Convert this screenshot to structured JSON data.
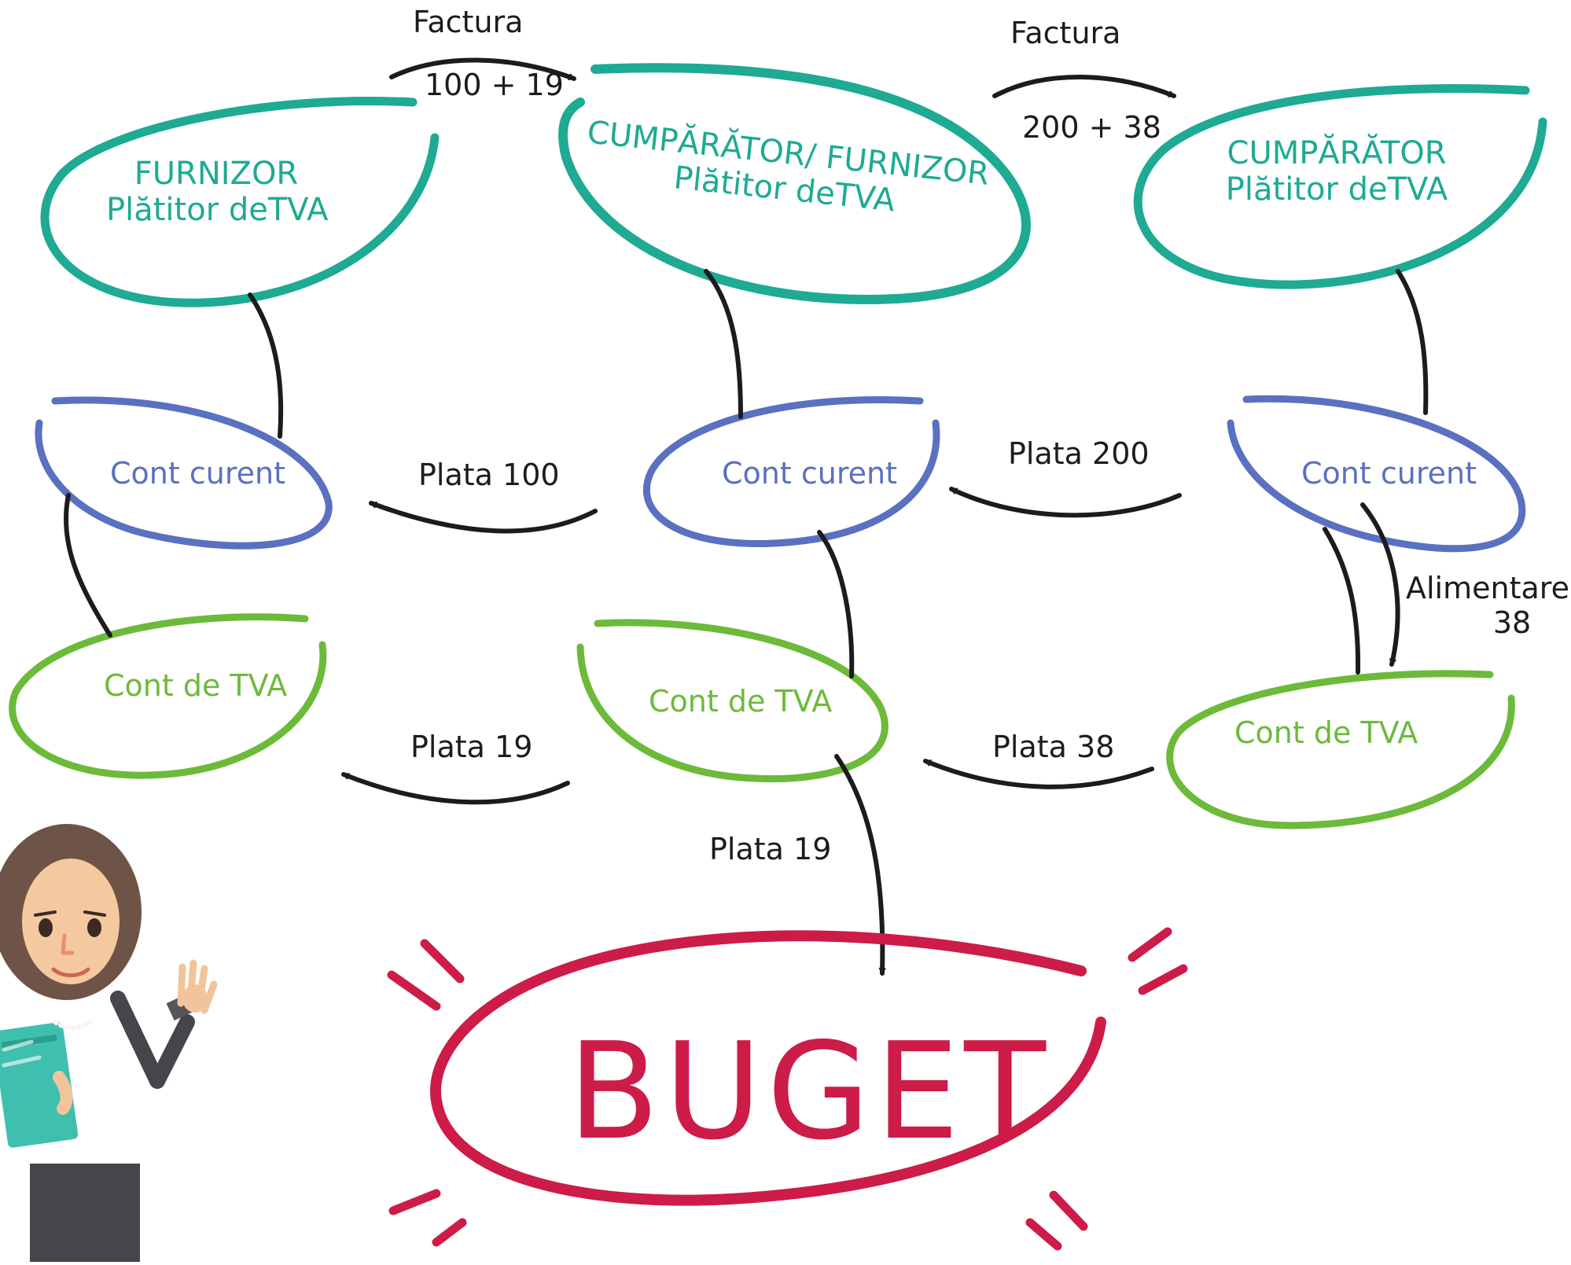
{
  "colors": {
    "entity": "#1eaa93",
    "current_account": "#5a70c0",
    "vat_account": "#6cba3a",
    "budget": "#cc1c47",
    "ink": "#1c1c1c"
  },
  "entities": {
    "supplier": {
      "line1": "FURNIZOR",
      "line2": "Plătitor deTVA"
    },
    "buyer_supplier": {
      "line1": "CUMPĂRĂTOR/ FURNIZOR",
      "line2": "Plătitor deTVA"
    },
    "buyer": {
      "line1": "CUMPĂRĂTOR",
      "line2": "Plătitor deTVA"
    }
  },
  "accounts": {
    "current": "Cont curent",
    "vat": "Cont de TVA"
  },
  "flows": {
    "invoice_1": {
      "title": "Factura",
      "amount": "100 + 19"
    },
    "invoice_2": {
      "title": "Factura",
      "amount": "200 + 38"
    },
    "payment_100": "Plata 100",
    "payment_200": "Plata 200",
    "payment_19_left": "Plata 19",
    "payment_38": "Plata 38",
    "payment_19_budget": "Plata 19",
    "topup": {
      "line1": "Alimentare",
      "line2": "38"
    }
  },
  "budget": "BUGET",
  "illustration": "businesswoman-with-folder"
}
